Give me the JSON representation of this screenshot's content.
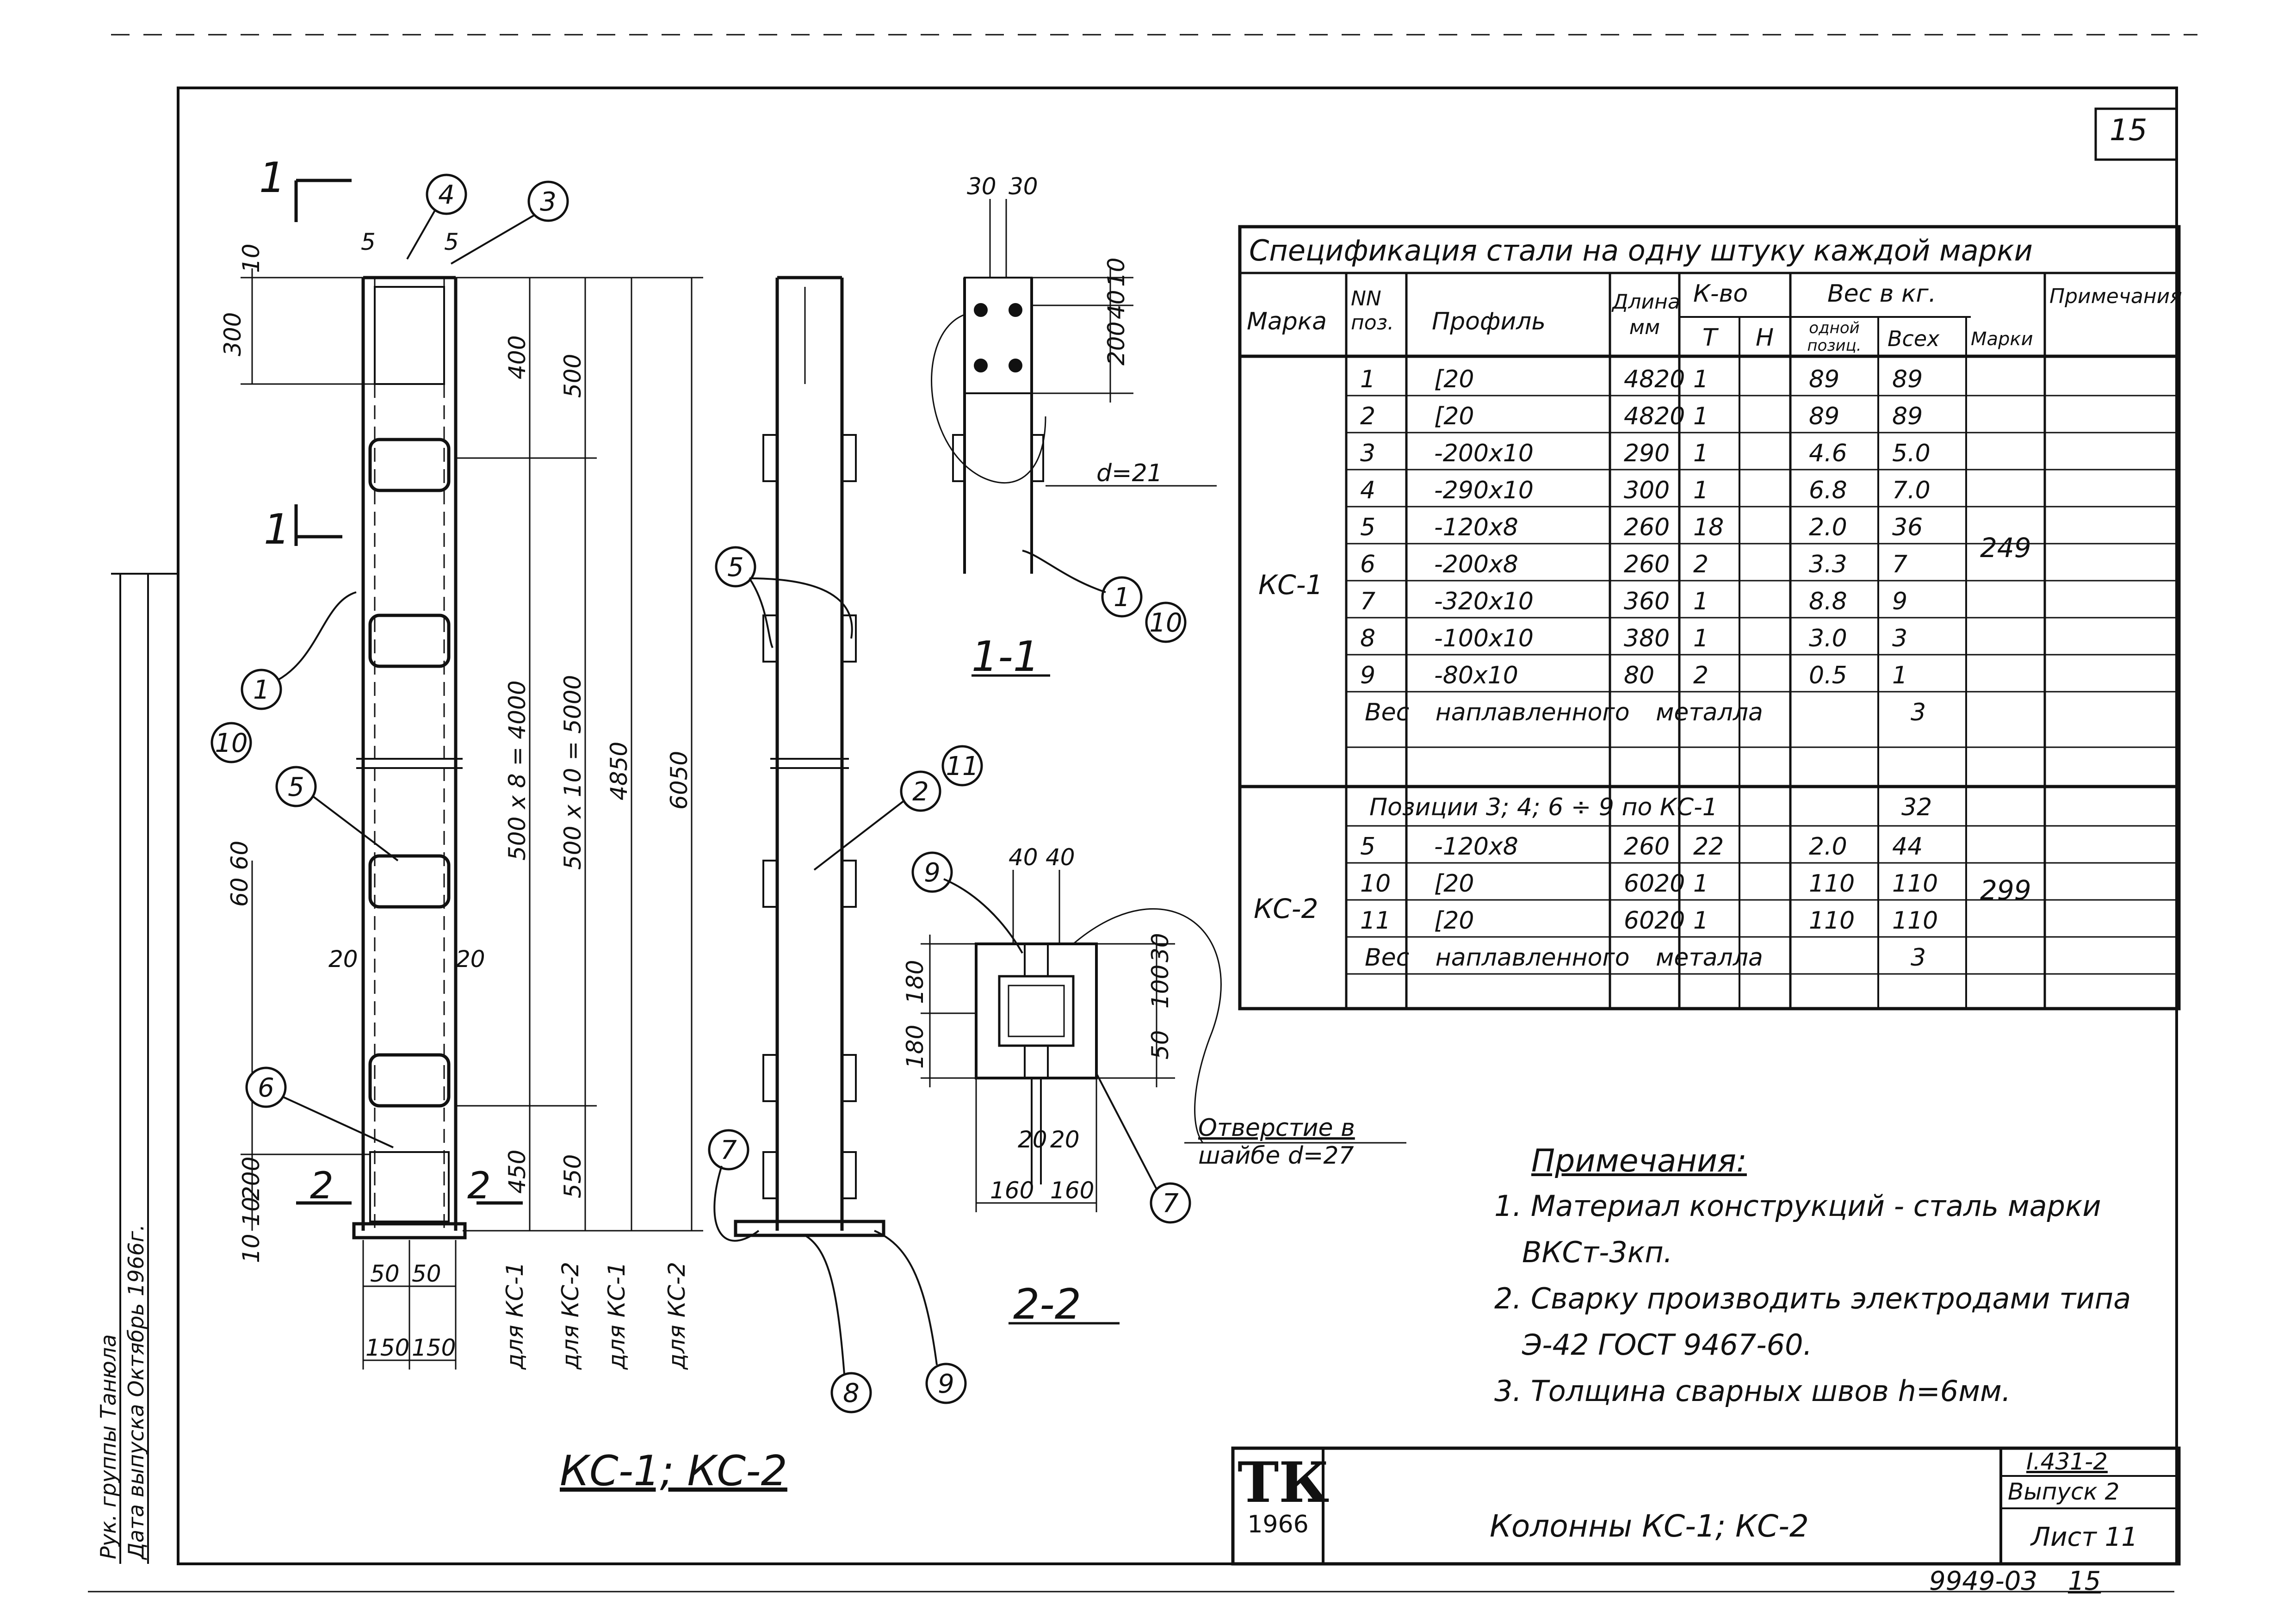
{
  "sheet": {
    "sheet_number": "15",
    "stamp_series": "I.431-2",
    "stamp_issue": "Выпуск 2",
    "stamp_sheet": "Лист 11",
    "title": "Колонны КС-1; КС-2",
    "logo_text": "ТК",
    "logo_year": "1966",
    "archive_number": "9949-03",
    "archive_page": "15"
  },
  "side_stamp": {
    "line1": "Рук. группы  Танюлa",
    "line2": "Дата выпуска  Октябрь 1966г."
  },
  "drawing_labels": {
    "main_view": "КС-1; КС-2",
    "section_1": "1-1",
    "section_2": "2-2",
    "cut_mark_1": "1",
    "cut_mark_2": "2",
    "hole_note_1": "Отверстие в",
    "hole_note_2": "шайбе d=27",
    "d21": "d=21"
  },
  "dimensions": {
    "d10": "10",
    "d300": "300",
    "d400": "400",
    "d500": "500",
    "d500x8": "500 x 8 = 4000",
    "d500x10": "500 x 10 = 5000",
    "d4850": "4850",
    "d6050": "6050",
    "d450": "450",
    "d550": "550",
    "d20": "20",
    "d60": "60 60",
    "d200": "200",
    "d50": "50",
    "d150": "150",
    "d30": "30",
    "d40": "40",
    "d180": "180",
    "d160": "160",
    "d5": "5",
    "d100": "100",
    "d1010": "10 10",
    "for_ks1": "для КС-1",
    "for_ks2": "для КС-2"
  },
  "callouts": [
    "1",
    "2",
    "3",
    "4",
    "5",
    "6",
    "7",
    "8",
    "9",
    "10",
    "11"
  ],
  "spec": {
    "title": "Спецификация стали на одну штуку каждой марки",
    "headers": {
      "mark": "Марка",
      "pos": "NN поз.",
      "profile": "Профиль",
      "length": "Длина мм",
      "qty": "К-во",
      "qty_t": "Т",
      "qty_n": "Н",
      "weight": "Вес в кг.",
      "w_one": "одной позиц.",
      "w_all": "Всех",
      "w_mark": "Марки",
      "note": "Примечания"
    },
    "ks1": {
      "mark": "КС-1",
      "total": "249",
      "rows": [
        {
          "pos": "1",
          "profile": "[20",
          "length": "4820",
          "t": "1",
          "one": "89",
          "all": "89"
        },
        {
          "pos": "2",
          "profile": "[20",
          "length": "4820",
          "t": "1",
          "one": "89",
          "all": "89"
        },
        {
          "pos": "3",
          "profile": "-200x10",
          "length": "290",
          "t": "1",
          "one": "4.6",
          "all": "5.0"
        },
        {
          "pos": "4",
          "profile": "-290x10",
          "length": "300",
          "t": "1",
          "one": "6.8",
          "all": "7.0"
        },
        {
          "pos": "5",
          "profile": "-120x8",
          "length": "260",
          "t": "18",
          "one": "2.0",
          "all": "36"
        },
        {
          "pos": "6",
          "profile": "-200x8",
          "length": "260",
          "t": "2",
          "one": "3.3",
          "all": "7"
        },
        {
          "pos": "7",
          "profile": "-320x10",
          "length": "360",
          "t": "1",
          "one": "8.8",
          "all": "9"
        },
        {
          "pos": "8",
          "profile": "-100x10",
          "length": "380",
          "t": "1",
          "one": "3.0",
          "all": "3"
        },
        {
          "pos": "9",
          "profile": "-80x10",
          "length": "80",
          "t": "2",
          "one": "0.5",
          "all": "1"
        }
      ],
      "weld_label": "Вес наплавленного металла",
      "weld_value": "3"
    },
    "ks2": {
      "mark": "КС-2",
      "total": "299",
      "positions_label": "Позиции 3; 4; 6 ÷ 9 по КС-1",
      "positions_value": "32",
      "rows": [
        {
          "pos": "5",
          "profile": "-120x8",
          "length": "260",
          "t": "22",
          "one": "2.0",
          "all": "44"
        },
        {
          "pos": "10",
          "profile": "[20",
          "length": "6020",
          "t": "1",
          "one": "110",
          "all": "110"
        },
        {
          "pos": "11",
          "profile": "[20",
          "length": "6020",
          "t": "1",
          "one": "110",
          "all": "110"
        }
      ],
      "weld_label": "Вес наплавленного металла",
      "weld_value": "3"
    }
  },
  "notes": {
    "title": "Примечания:",
    "items": [
      "1. Материал конструкций - сталь марки",
      "ВКСт-3кп.",
      "2. Сварку производить электродами типа",
      "Э-42  ГОСТ 9467-60.",
      "3. Толщина сварных швов h=6мм."
    ]
  }
}
